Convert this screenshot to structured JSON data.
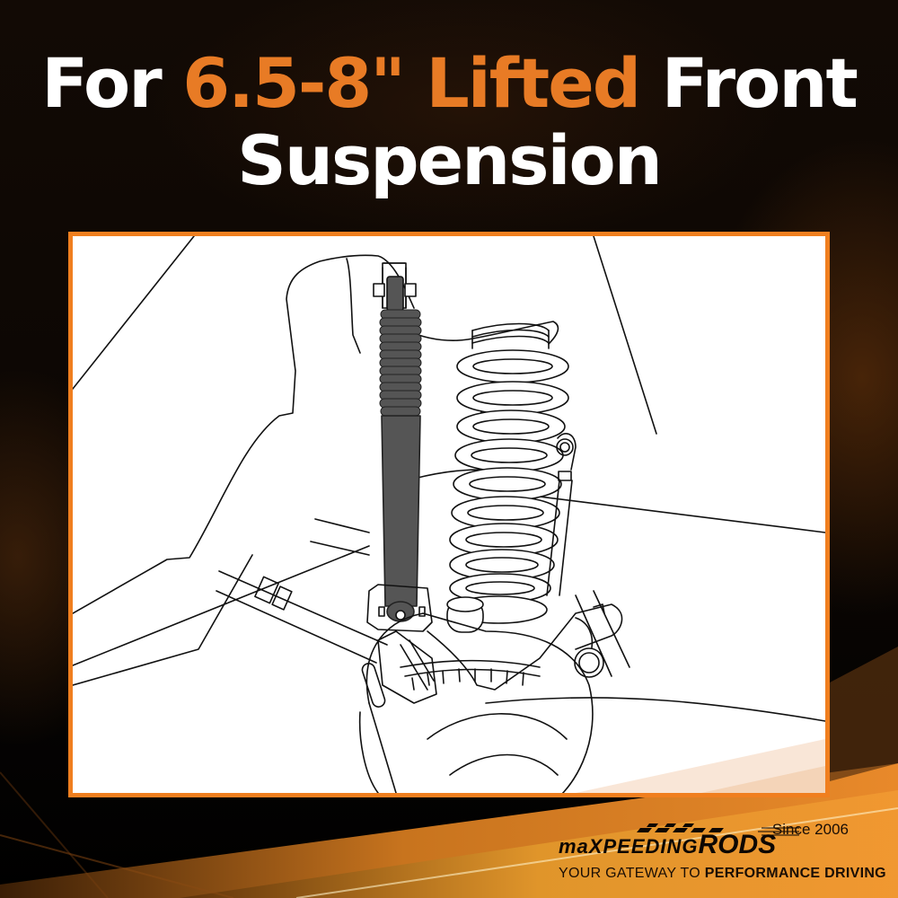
{
  "headline": {
    "line1_prefix": "For",
    "line1_accent": "6.5-8\" Lifted",
    "line1_suffix": "Front",
    "line2": "Suspension"
  },
  "colors": {
    "accent": "#e87b25",
    "frame_border": "#f07f1f",
    "headline_text": "#ffffff",
    "background": "#0a0604",
    "shock_body": "#555555"
  },
  "illustration": {
    "subject": "front suspension line drawing with shock absorber and coil spring",
    "icons": [
      "shock-absorber-icon",
      "coil-spring-icon",
      "brake-rotor-icon",
      "sway-bar-link-icon",
      "tie-rod-icon"
    ]
  },
  "brand": {
    "since": "Since 2006",
    "name_small_1": "maX",
    "name_mid": "PEEDING",
    "name_big": "RODS",
    "tagline_regular": "YOUR GATEWAY TO ",
    "tagline_bold": "PERFORMANCE DRIVING"
  }
}
